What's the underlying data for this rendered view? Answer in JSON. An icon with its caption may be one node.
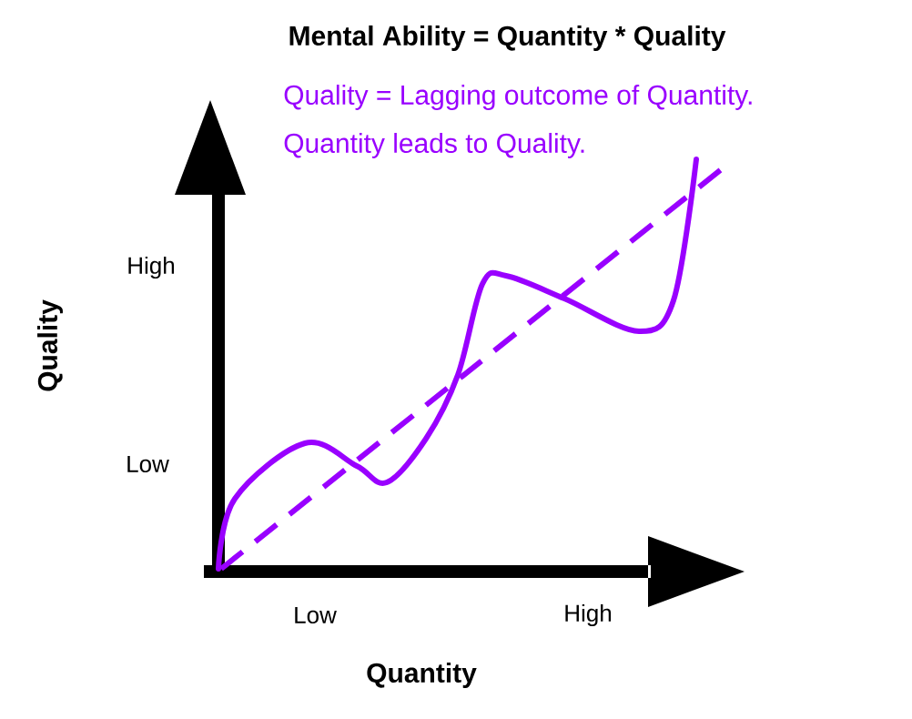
{
  "diagram": {
    "title": "Mental Ability = Quantity * Quality",
    "labels": [
      "Quality = Lagging outcome of Quantity.",
      "Quantity leads to Quality.",
      "High",
      "Quality",
      "Low",
      "Low",
      "High",
      "Quantity"
    ]
  }
}
